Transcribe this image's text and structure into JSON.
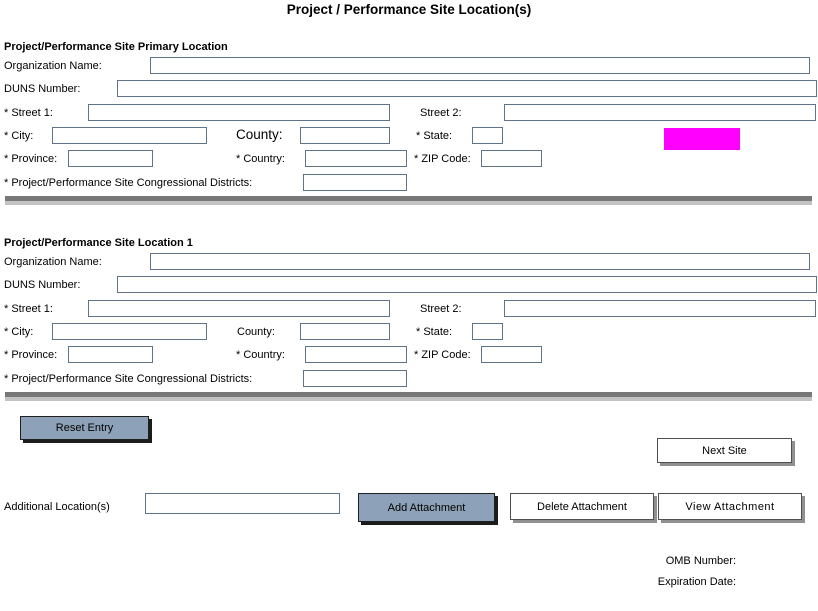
{
  "page_title": "Project / Performance Site Location(s)",
  "sections": [
    {
      "heading": "Project/Performance Site Primary Location",
      "labels": {
        "organization_name": "Organization Name:",
        "duns": "DUNS Number:",
        "street1": "* Street 1:",
        "street2": "Street 2:",
        "city": "* City:",
        "county": "County:",
        "state": "* State:",
        "province": "* Province:",
        "country": "* Country:",
        "zip": "* ZIP Code:",
        "congressional_districts": "* Project/Performance Site Congressional Districts:"
      }
    },
    {
      "heading": "Project/Performance Site Location 1",
      "labels": {
        "organization_name": "Organization Name:",
        "duns": "DUNS Number:",
        "street1": "* Street 1:",
        "street2": "Street 2:",
        "city": "* City:",
        "county": "County:",
        "state": "* State:",
        "province": "* Province:",
        "country": "* Country:",
        "zip": "* ZIP Code:",
        "congressional_districts": "* Project/Performance Site Congressional Districts:"
      }
    }
  ],
  "buttons": {
    "reset_entry": "Reset Entry",
    "next_site": "Next Site",
    "add_attachment": "Add Attachment",
    "delete_attachment": "Delete Attachment",
    "view_attachment": "View Attachment"
  },
  "attachments": {
    "label": "Additional Location(s)"
  },
  "footer": {
    "omb_number": "OMB Number:",
    "expiration_date": "Expiration Date:"
  },
  "colors": {
    "highlight": "#ff00ff",
    "steel": "#8da2b8",
    "bar": "#787878"
  }
}
